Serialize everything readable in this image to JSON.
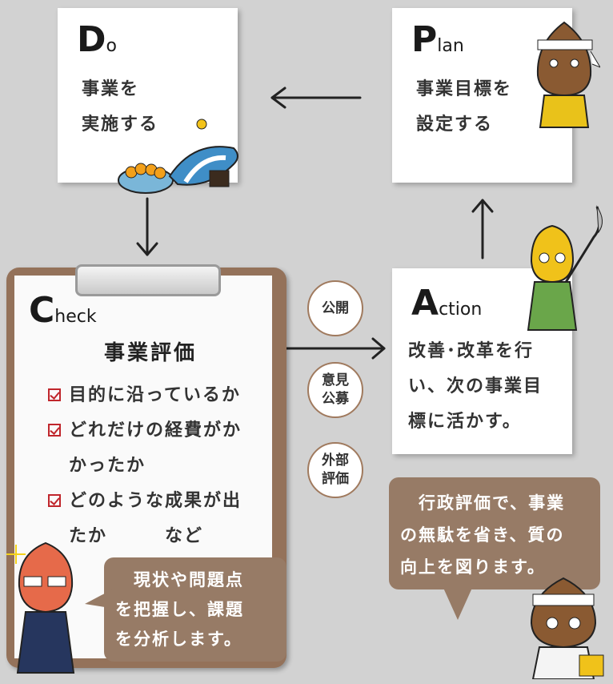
{
  "do": {
    "letter": "D",
    "rest": "o",
    "lines": [
      "事業を",
      "実施する"
    ]
  },
  "plan": {
    "letter": "P",
    "rest": "lan",
    "lines": [
      "事業目標を",
      "設定する"
    ]
  },
  "check": {
    "letter": "C",
    "rest": "heck",
    "title": "事業評価",
    "items": [
      {
        "lines": [
          "目的に沿っているか"
        ]
      },
      {
        "lines": [
          "どれだけの経費がか",
          "かったか"
        ]
      },
      {
        "lines": [
          "どのような成果が出",
          "たか　　　など"
        ]
      }
    ]
  },
  "action": {
    "letter": "A",
    "rest": "ction",
    "lines": [
      "改善･改革を行",
      "い、次の事業目",
      "標に活かす。"
    ]
  },
  "circles": [
    {
      "lines": [
        "公開"
      ]
    },
    {
      "lines": [
        "意見",
        "公募"
      ]
    },
    {
      "lines": [
        "外部",
        "評価"
      ]
    }
  ],
  "bubble_check": {
    "lines": [
      "　現状や問題点",
      "を把握し、課題",
      "を分析します。"
    ]
  },
  "bubble_action": {
    "lines": [
      "　行政評価で、事業",
      "の無駄を省き、質の",
      "向上を図ります。"
    ]
  },
  "colors": {
    "background": "#d2d2d2",
    "bubble": "#977b66",
    "clipboard": "#94725a",
    "check_mark": "#c0262c"
  }
}
